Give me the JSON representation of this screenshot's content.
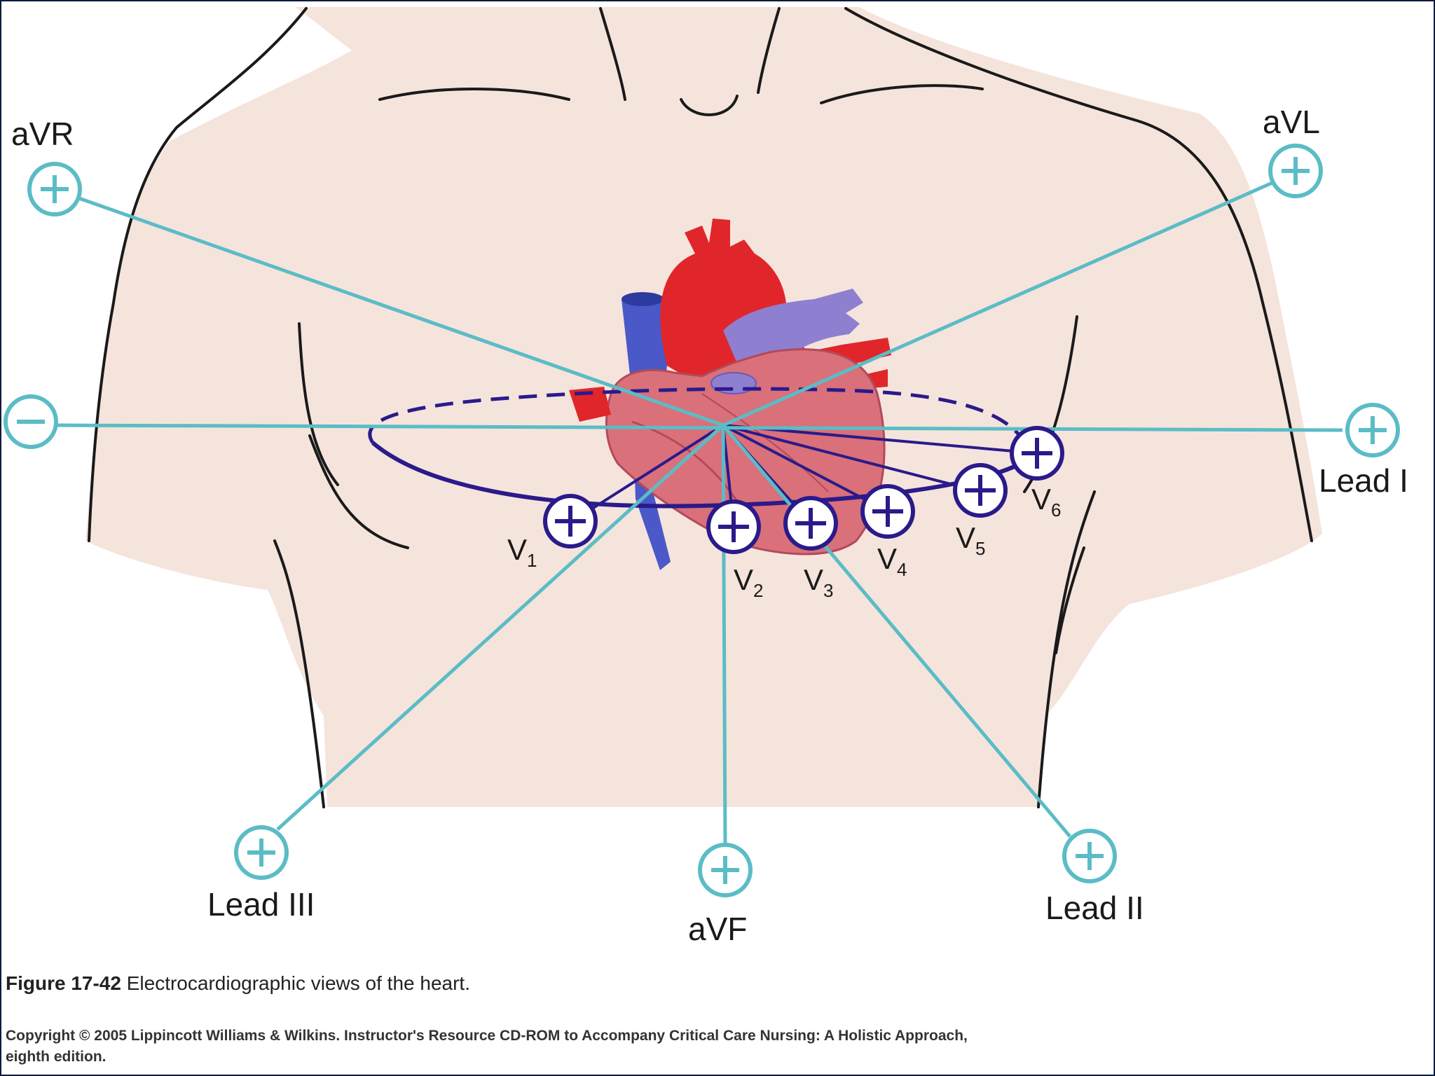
{
  "figure": {
    "caption_label": "Figure 17-42",
    "caption_text": "Electrocardiographic views of the heart.",
    "copyright_line1": "Copyright © 2005 Lippincott Williams & Wilkins.  Instructor's Resource CD-ROM to Accompany Critical Care Nursing: A Holistic Approach,",
    "copyright_line2": "eighth edition."
  },
  "limb_leads": {
    "avr": "aVR",
    "avl": "aVL",
    "avf": "aVF",
    "lead_i": "Lead I",
    "lead_ii": "Lead II",
    "lead_iii": "Lead III"
  },
  "precordial_leads": [
    {
      "main": "V",
      "sub": "1"
    },
    {
      "main": "V",
      "sub": "2"
    },
    {
      "main": "V",
      "sub": "3"
    },
    {
      "main": "V",
      "sub": "4"
    },
    {
      "main": "V",
      "sub": "5"
    },
    {
      "main": "V",
      "sub": "6"
    }
  ],
  "symbols": {
    "positive": "+",
    "negative": "−"
  },
  "colors": {
    "skin": "#f5e4dc",
    "outline": "#1a1a1a",
    "lead_line": "#5bbcc6",
    "chest_lead": "#2a1a8a",
    "artery": "#e0262a",
    "vein": "#4a58c8",
    "pulmonary": "#8e7fd0",
    "myocardium": "#d9707a"
  }
}
